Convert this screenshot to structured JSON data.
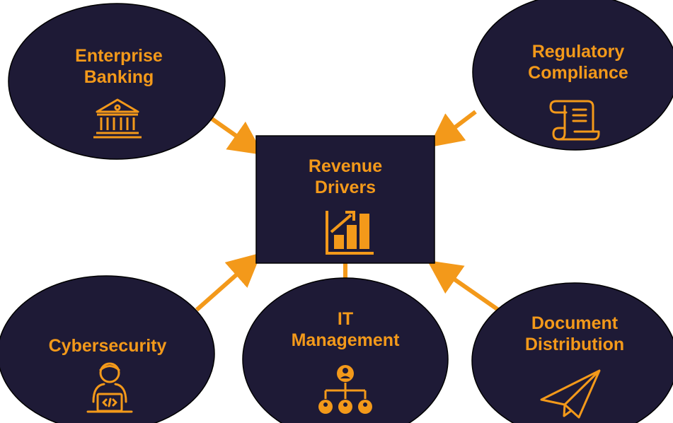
{
  "colors": {
    "node_fill": "#1E1A36",
    "accent": "#F3991A",
    "background": "#FFFFFF"
  },
  "center": {
    "line1": "Revenue",
    "line2": "Drivers",
    "icon": "bar-chart-growth-icon"
  },
  "nodes": {
    "enterprise_banking": {
      "line1": "Enterprise",
      "line2": "Banking",
      "icon": "bank-building-icon"
    },
    "regulatory_compliance": {
      "line1": "Regulatory",
      "line2": "Compliance",
      "icon": "scroll-document-icon"
    },
    "cybersecurity": {
      "line1": "Cybersecurity",
      "icon": "developer-laptop-icon"
    },
    "it_management": {
      "line1": "IT",
      "line2": "Management",
      "icon": "org-hierarchy-icon"
    },
    "document_distribution": {
      "line1": "Document",
      "line2": "Distribution",
      "icon": "paper-plane-icon"
    }
  }
}
